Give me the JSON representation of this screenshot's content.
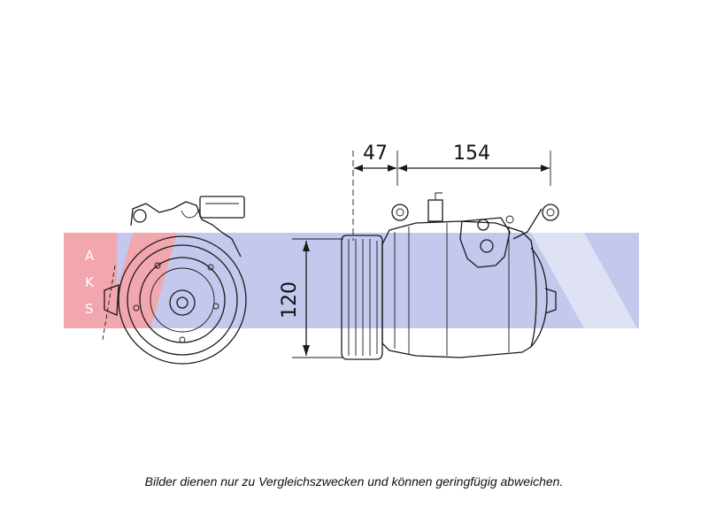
{
  "dimensions": {
    "front_length": "47",
    "body_length": "154",
    "height": "120"
  },
  "watermark": {
    "letters": [
      "A",
      "K",
      "S"
    ],
    "color_pink": "#f2a6ad",
    "color_blue": "#b9bfe6"
  },
  "caption": "Bilder dienen nur zu Vergleichszwecken und können geringfügig abweichen."
}
